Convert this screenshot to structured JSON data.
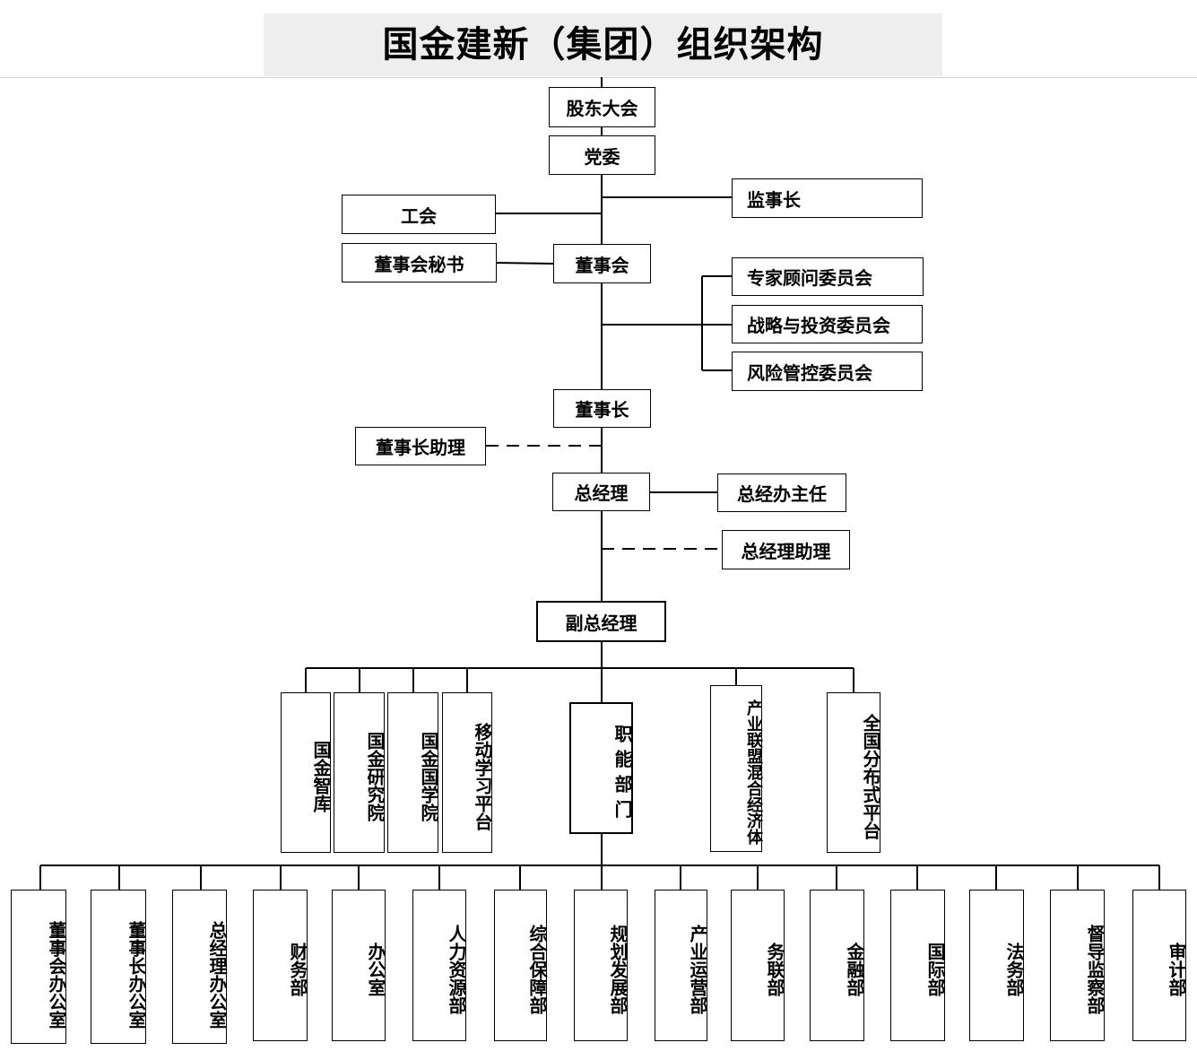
{
  "title": "国金建新（集团）组织架构",
  "nodes": {
    "shareholders_meeting": "股东大会",
    "party_committee": "党委",
    "chief_supervisor": "监事长",
    "labor_union": "工会",
    "board_secretary": "董事会秘书",
    "board": "董事会",
    "expert_advisory_committee": "专家顾问委员会",
    "strategy_investment_committee": "战略与投资委员会",
    "risk_control_committee": "风险管控委员会",
    "chairman": "董事长",
    "chairman_assistant": "董事长助理",
    "general_manager": "总经理",
    "gm_office_director": "总经办主任",
    "gm_assistant": "总经理助理",
    "deputy_gm": "副总经理"
  },
  "units": [
    "国金智库",
    "国金研究院",
    "国金国学院",
    "移动学习平台",
    "职能部门",
    "产业联盟混合经济体",
    "全国分布式平台"
  ],
  "departments": [
    "董事会办公室",
    "董事长办公室",
    "总经理办公室",
    "财务部",
    "办公室",
    "人力资源部",
    "综合保障部",
    "规划发展部",
    "产业运营部",
    "务联部",
    "金融部",
    "国际部",
    "法务部",
    "督导监察部",
    "审计部"
  ]
}
